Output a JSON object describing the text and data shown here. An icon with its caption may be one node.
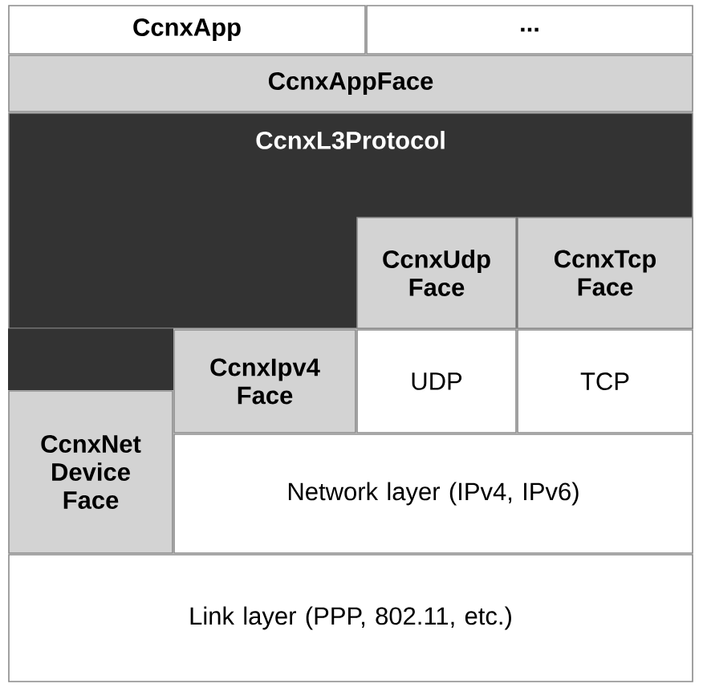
{
  "diagram": {
    "nodes": [
      {
        "text": [
          "CcnxApp"
        ]
      },
      {
        "text": [
          "..."
        ]
      },
      {
        "text": [
          "CcnxAppFace"
        ]
      },
      {
        "text": [
          "CcnxL3Protocol"
        ]
      },
      {
        "text": [
          "CcnxUdp Face"
        ],
        "in": 3
      },
      {
        "text": [
          "CcnxTcp Face"
        ],
        "in": 3
      },
      {
        "text": [
          "CcnxNet Device Face"
        ]
      },
      {
        "text": [
          "CcnxIpv4 Face"
        ]
      },
      {
        "text": [
          "UDP"
        ]
      },
      {
        "text": [
          "TCP"
        ]
      },
      {
        "text": [
          "Network layer (IPv4, IPv6)"
        ]
      },
      {
        "text": [
          "Link layer (PPP, 802.11, etc.)"
        ]
      }
    ],
    "edges": []
  }
}
